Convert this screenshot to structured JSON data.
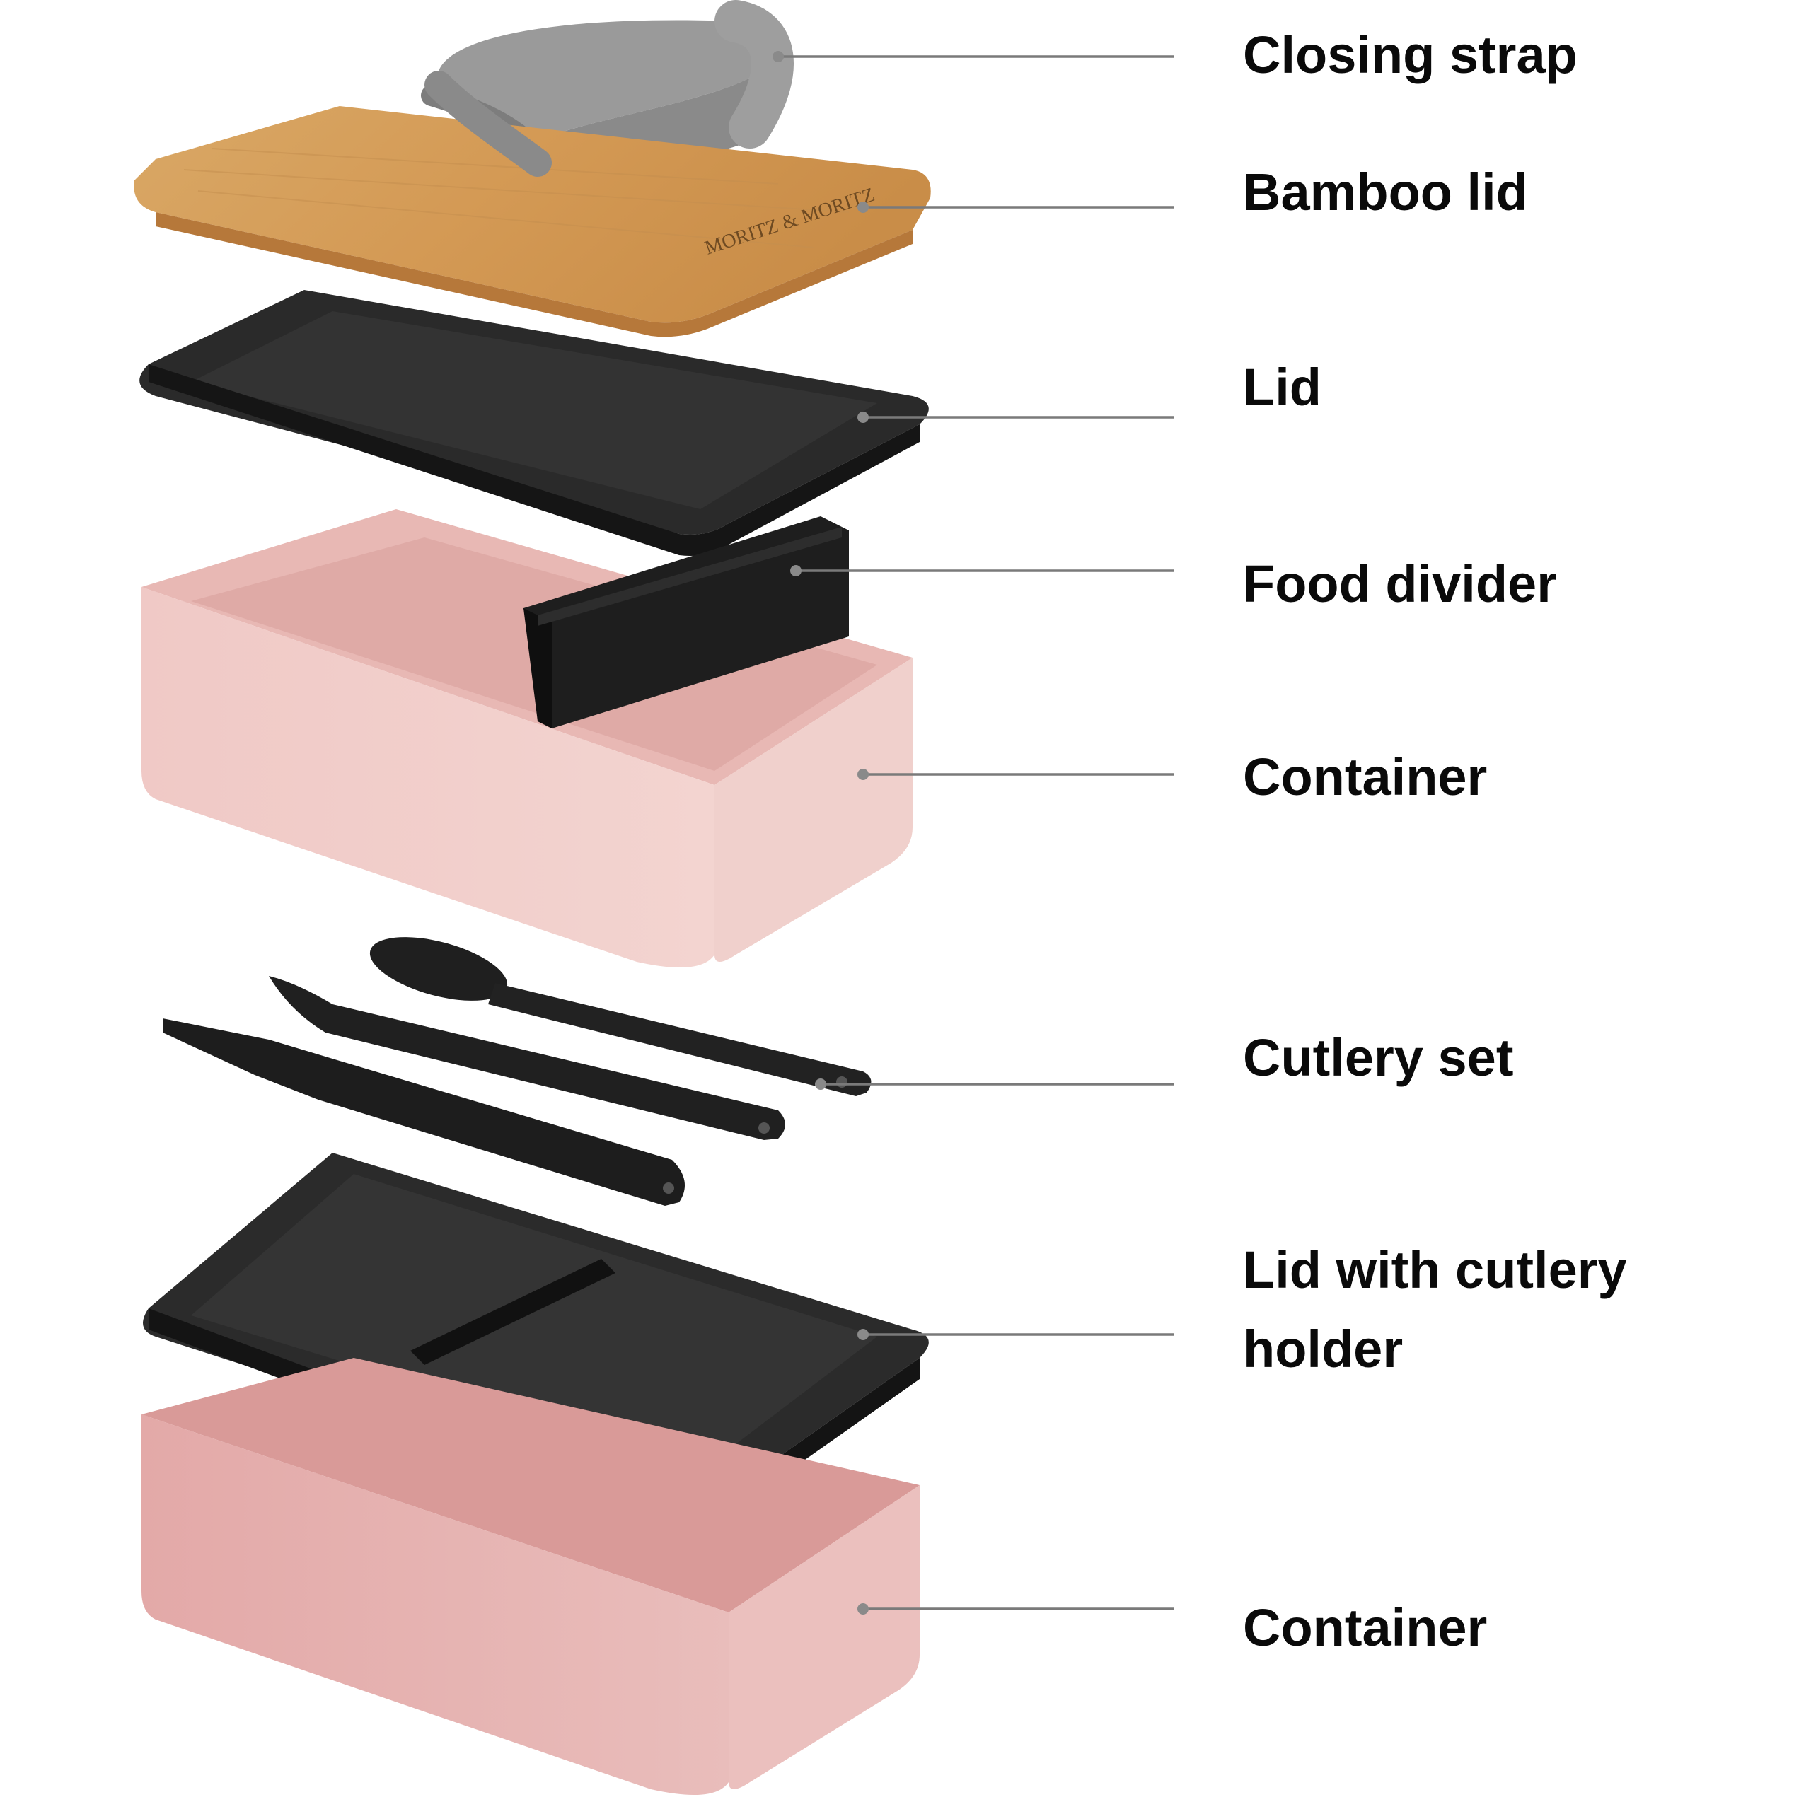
{
  "diagram": {
    "labels": [
      {
        "id": "closing-strap",
        "text": "Closing strap"
      },
      {
        "id": "bamboo-lid",
        "text": "Bamboo lid"
      },
      {
        "id": "lid",
        "text": "Lid"
      },
      {
        "id": "food-divider",
        "text": "Food divider"
      },
      {
        "id": "container-top",
        "text": "Container"
      },
      {
        "id": "cutlery-set",
        "text": "Cutlery set"
      },
      {
        "id": "lid-cutlery-holder",
        "line1": "Lid with cutlery",
        "line2": "holder"
      },
      {
        "id": "container-bottom",
        "text": "Container"
      }
    ],
    "logo_text": "MORITZ & MORITZ",
    "colors": {
      "pink": "#e8b4b4",
      "black_plastic": "#1f1f1f",
      "bamboo": "#d6a262",
      "strap": "#8f8f8f",
      "leader": "#7a7a7a",
      "text": "#0a0a0a"
    }
  }
}
